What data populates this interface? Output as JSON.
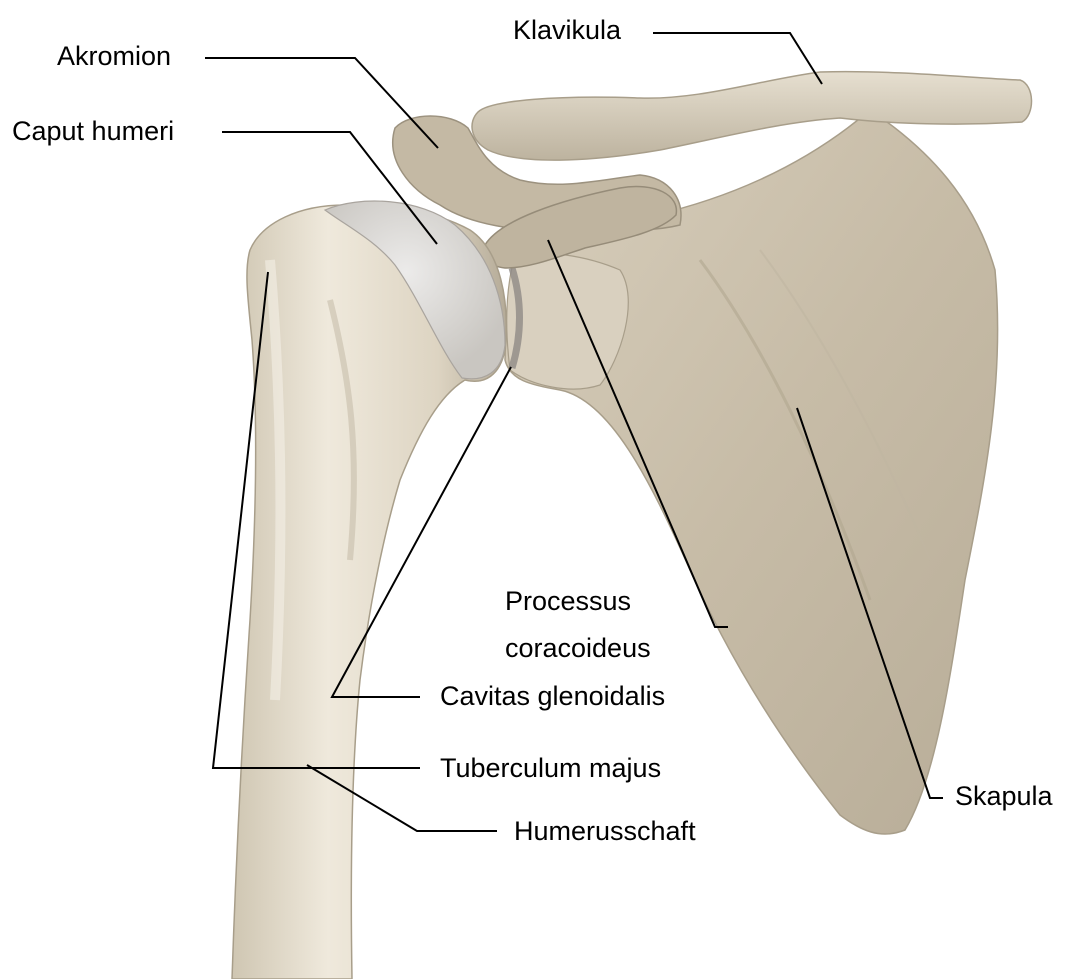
{
  "labels": {
    "klavikula": "Klavikula",
    "akromion": "Akromion",
    "caput_humeri": "Caput humeri",
    "processus_line1": "Processus",
    "processus_line2": "coracoideus",
    "cavitas_glenoidalis": "Cavitas glenoidalis",
    "tuberculum_majus": "Tuberculum majus",
    "skapula": "Skapula",
    "humerusschaft": "Humerusschaft"
  },
  "colors": {
    "background": "#ffffff",
    "bone_light": "#e9e2d3",
    "bone_mid": "#d4cbb8",
    "bone_shadow": "#a79d8a",
    "cartilage": "#dcdad6",
    "leader_line": "#000000"
  }
}
